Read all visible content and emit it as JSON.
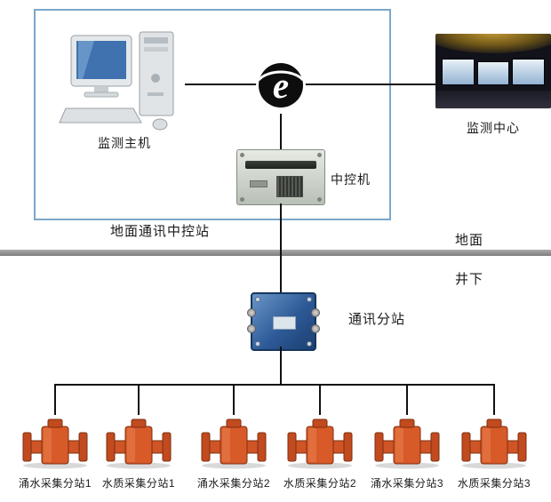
{
  "diagram": {
    "labels": {
      "monitor_host": "监测主机",
      "monitor_center": "监测中心",
      "central_controller": "中控机",
      "ground_station": "地面通讯中控站",
      "surface": "地面",
      "underground": "井下",
      "comm_substation": "通讯分站"
    },
    "devices": [
      {
        "label": "涌水采集分站1"
      },
      {
        "label": "水质采集分站1"
      },
      {
        "label": "涌水采集分站2"
      },
      {
        "label": "水质采集分站2"
      },
      {
        "label": "涌水采集分站3"
      },
      {
        "label": "水质采集分站3"
      }
    ],
    "colors": {
      "station_box_border": "#7ba7cb",
      "divider_gray": "#8f8f8f",
      "device_orange": "#d85a28",
      "junction_blue": "#2f5f9e",
      "connection_line": "#111111"
    }
  }
}
